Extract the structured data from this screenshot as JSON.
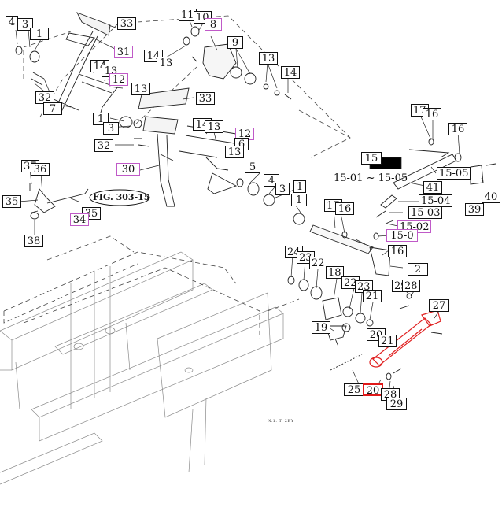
{
  "diagram": {
    "figure_reference": "FIG. 303-15",
    "range_group": {
      "top": "15",
      "label": "15-01 ~ 15-05"
    },
    "small_note": "N.1. T. 2EY",
    "highlight_colors": {
      "magenta": "#c05ac8",
      "red": "#e01818",
      "red_part": "#e02020"
    },
    "callouts": [
      {
        "id": "c4a",
        "label": "4"
      },
      {
        "id": "c3a",
        "label": "3"
      },
      {
        "id": "c1a",
        "label": "1"
      },
      {
        "id": "c33a",
        "label": "33"
      },
      {
        "id": "c31",
        "label": "31",
        "highlight": "magenta"
      },
      {
        "id": "c14a",
        "label": "14"
      },
      {
        "id": "c13a",
        "label": "13"
      },
      {
        "id": "c12a",
        "label": "12",
        "highlight": "magenta"
      },
      {
        "id": "c32a",
        "label": "32"
      },
      {
        "id": "c7",
        "label": "7"
      },
      {
        "id": "c13b",
        "label": "13"
      },
      {
        "id": "c33b",
        "label": "33"
      },
      {
        "id": "c1b",
        "label": "1"
      },
      {
        "id": "c3b",
        "label": "3"
      },
      {
        "id": "c32b",
        "label": "32"
      },
      {
        "id": "c11",
        "label": "11"
      },
      {
        "id": "c10",
        "label": "10"
      },
      {
        "id": "c8",
        "label": "8",
        "highlight": "magenta"
      },
      {
        "id": "c14b",
        "label": "14"
      },
      {
        "id": "c13c",
        "label": "13"
      },
      {
        "id": "c9",
        "label": "9"
      },
      {
        "id": "c13d",
        "label": "13"
      },
      {
        "id": "c14c",
        "label": "14"
      },
      {
        "id": "c14d",
        "label": "14"
      },
      {
        "id": "c13e",
        "label": "13"
      },
      {
        "id": "c12b",
        "label": "12",
        "highlight": "magenta"
      },
      {
        "id": "c6",
        "label": "6"
      },
      {
        "id": "c13f",
        "label": "13"
      },
      {
        "id": "c30",
        "label": "30",
        "highlight": "magenta"
      },
      {
        "id": "c5",
        "label": "5"
      },
      {
        "id": "c4b",
        "label": "4"
      },
      {
        "id": "c3c",
        "label": "3"
      },
      {
        "id": "c1c",
        "label": "1"
      },
      {
        "id": "c1d",
        "label": "1"
      },
      {
        "id": "c37",
        "label": "37"
      },
      {
        "id": "c36",
        "label": "36"
      },
      {
        "id": "c35a",
        "label": "35"
      },
      {
        "id": "c35b",
        "label": "35"
      },
      {
        "id": "c34",
        "label": "34",
        "highlight": "magenta"
      },
      {
        "id": "c38",
        "label": "38"
      },
      {
        "id": "c17a",
        "label": "17"
      },
      {
        "id": "c16a",
        "label": "16"
      },
      {
        "id": "c16b",
        "label": "16"
      },
      {
        "id": "c15-05",
        "label": "15-05"
      },
      {
        "id": "c41",
        "label": "41"
      },
      {
        "id": "c15-04",
        "label": "15-04"
      },
      {
        "id": "c40",
        "label": "40"
      },
      {
        "id": "c39",
        "label": "39"
      },
      {
        "id": "c15-03",
        "label": "15-03"
      },
      {
        "id": "c15-02",
        "label": "15-02",
        "highlight": "magenta"
      },
      {
        "id": "c15-01",
        "label": "15-0",
        "highlight": "magenta"
      },
      {
        "id": "c17b",
        "label": "17"
      },
      {
        "id": "c16c",
        "label": "16"
      },
      {
        "id": "c16d",
        "label": "16"
      },
      {
        "id": "c2",
        "label": "2"
      },
      {
        "id": "c24",
        "label": "24"
      },
      {
        "id": "c23a",
        "label": "23"
      },
      {
        "id": "c22a",
        "label": "22"
      },
      {
        "id": "c18",
        "label": "18"
      },
      {
        "id": "c22b",
        "label": "22"
      },
      {
        "id": "c23b",
        "label": "23"
      },
      {
        "id": "c21a",
        "label": "21"
      },
      {
        "id": "c29a",
        "label": "29"
      },
      {
        "id": "c28a",
        "label": "28"
      },
      {
        "id": "c27",
        "label": "27"
      },
      {
        "id": "c19",
        "label": "19"
      },
      {
        "id": "c20a",
        "label": "20"
      },
      {
        "id": "c21b",
        "label": "21"
      },
      {
        "id": "c25",
        "label": "25"
      },
      {
        "id": "c20b",
        "label": "20",
        "highlight": "red"
      },
      {
        "id": "c28b",
        "label": "28"
      },
      {
        "id": "c29b",
        "label": "29"
      }
    ]
  }
}
